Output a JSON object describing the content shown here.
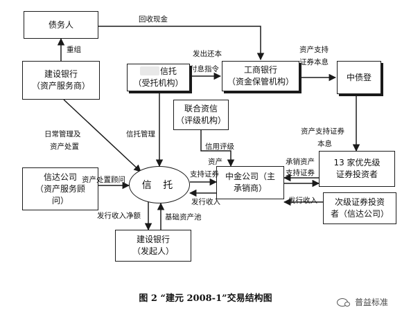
{
  "nodes": {
    "debtor": "债务人",
    "ccb_servicer": [
      "建设银行",
      "（资产服务商）"
    ],
    "trust_trustee": [
      "信托",
      "（受托机构）"
    ],
    "icbc": [
      "工商银行",
      "（资金保管机构）"
    ],
    "ccdc": "中债登",
    "rating": [
      "联合资信",
      "（评级机构）"
    ],
    "cinda_servicer": [
      "信达公司",
      "（资产服务顾",
      "问）"
    ],
    "trust_center": "信 托",
    "cicc": [
      "中金公司（主",
      "承销商）"
    ],
    "senior_investors": [
      "13 家优先级",
      "证券投资者"
    ],
    "junior_investors": [
      "次级证券投资",
      "者（信达公司）"
    ],
    "ccb_originator": [
      "建设银行",
      "（发起人）"
    ]
  },
  "edges": {
    "collect_cash": "回收现金",
    "reorg": "重组",
    "payment_instruction": [
      "发出还本",
      "付息指令"
    ],
    "asset_backed_principal_interest": [
      "资产支持",
      "证券本息"
    ],
    "daily_mgmt": [
      "日常管理及",
      "资产处置"
    ],
    "trust_mgmt": "信托管理",
    "credit_rating": [
      "信用评级"
    ],
    "asset_backed_principal_interest_2": [
      "资产支持证券",
      "本息"
    ],
    "asset_disposal_advisor": "资产处置顾问",
    "asset_backed_securities": [
      "资产",
      "支持证券"
    ],
    "issue_income": "发行收入",
    "underwriting": [
      "承销资产",
      "支持证券"
    ],
    "issue_income_2": "发行收入",
    "net_issue_income": "发行收入净额",
    "underlying_pool": "基础资产池"
  },
  "caption": "图 2  “建元 2008-1”交易结构图",
  "watermark": "普益标准"
}
